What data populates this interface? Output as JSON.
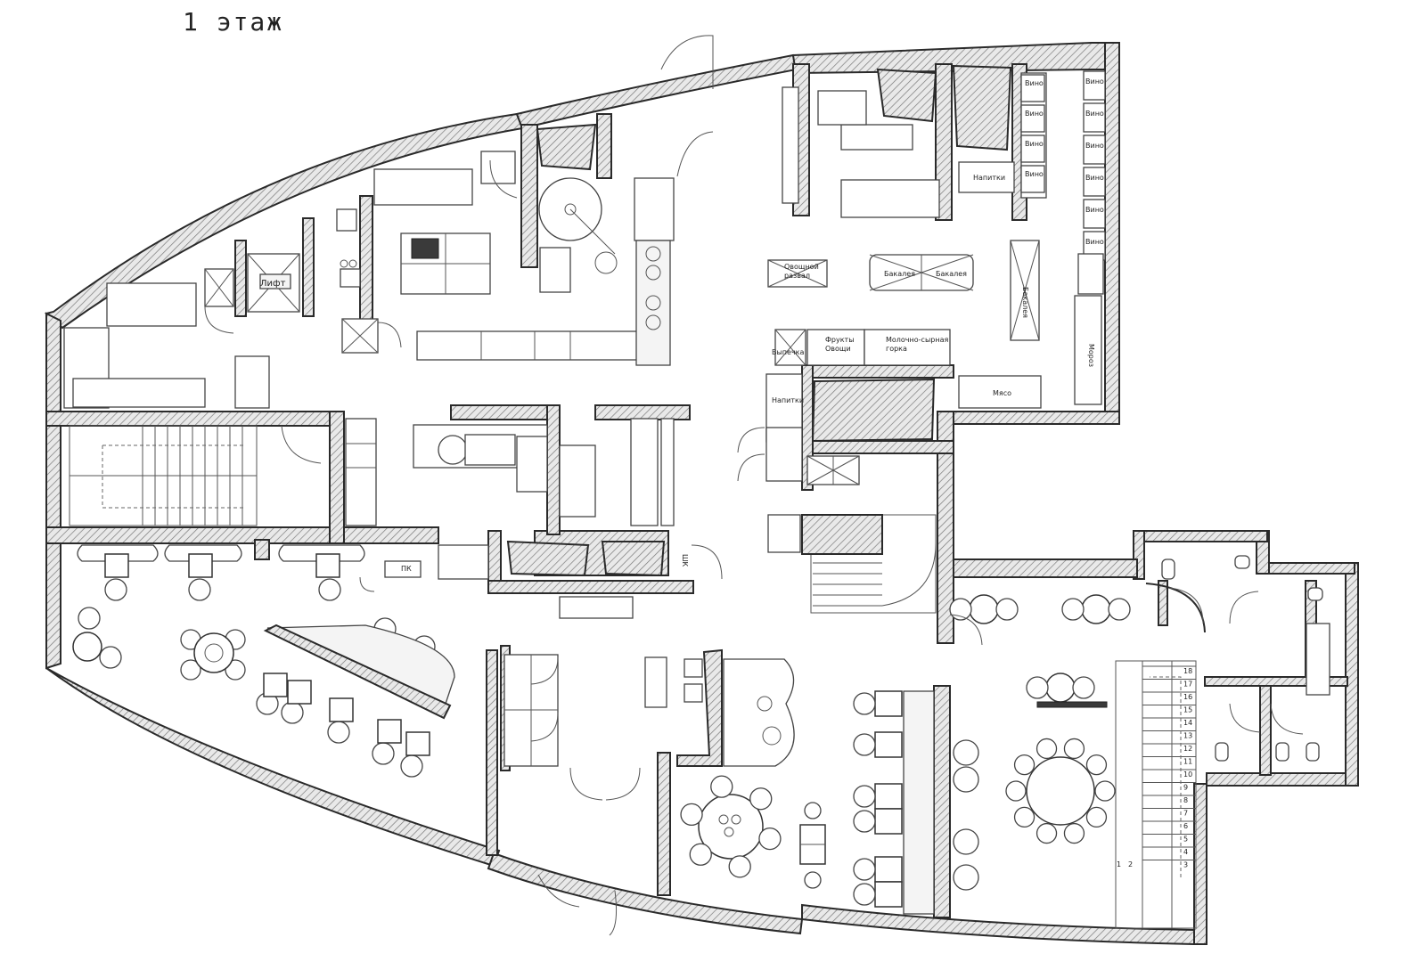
{
  "floor_title": "1 этаж",
  "labels": {
    "lift": "Лифт",
    "vino": "Вино",
    "drinks_top": "Напитки",
    "drinks_side": "Напитки",
    "bakery": "Выпечка",
    "fruits": "Фрукты\nОвощи",
    "dairy": "Молочно-сырная\nгорка",
    "meat": "Мясо",
    "frozen": "Мороз",
    "grocery1": "Бакалея",
    "grocery2": "Бакалея",
    "grocery3": "Бакалея",
    "weighed": "Овощной\nразвал",
    "pk": "ПК",
    "shk": "ШК"
  },
  "stair_numbers": [
    "18",
    "17",
    "16",
    "15",
    "14",
    "13",
    "12",
    "11",
    "10",
    "9",
    "8",
    "7",
    "6",
    "5",
    "4",
    "3",
    "1",
    "2"
  ]
}
